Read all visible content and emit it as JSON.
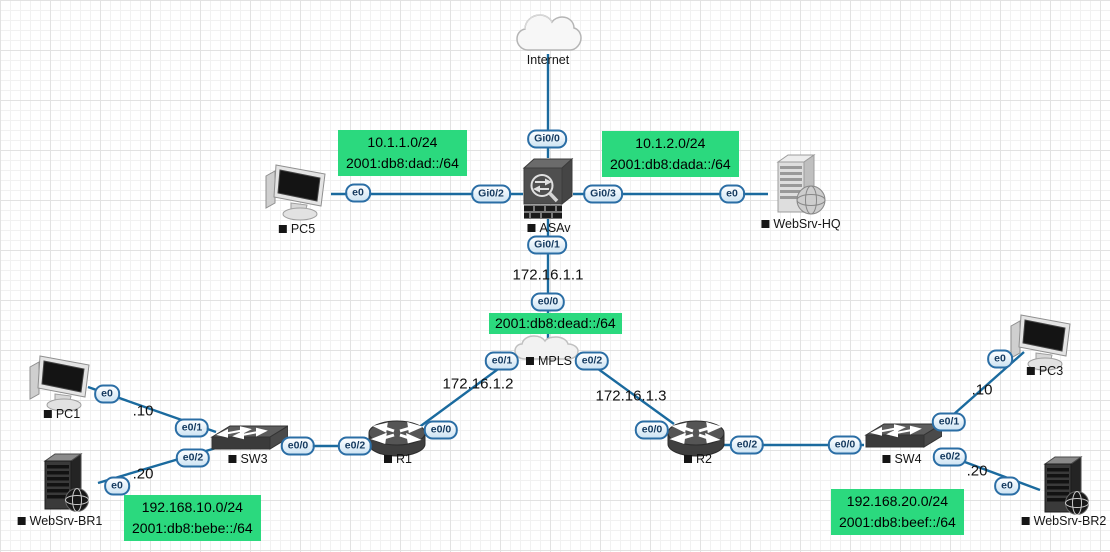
{
  "colors": {
    "link": "#1a6a9e",
    "note_bg": "#2bd97e",
    "pill_border": "#2b6ea5"
  },
  "devices": {
    "internet": {
      "label": "Internet",
      "type": "cloud"
    },
    "asav": {
      "label": "ASAv",
      "type": "firewall"
    },
    "pc5": {
      "label": "PC5",
      "type": "pc"
    },
    "websrv_hq": {
      "label": "WebSrv-HQ",
      "type": "server"
    },
    "mpls": {
      "label": "MPLS",
      "type": "cloud"
    },
    "pc1": {
      "label": "PC1",
      "type": "pc"
    },
    "sw3": {
      "label": "SW3",
      "type": "switch"
    },
    "r1": {
      "label": "R1",
      "type": "router"
    },
    "r2": {
      "label": "R2",
      "type": "router"
    },
    "sw4": {
      "label": "SW4",
      "type": "switch"
    },
    "pc3": {
      "label": "PC3",
      "type": "pc"
    },
    "websrv_br1": {
      "label": "WebSrv-BR1",
      "type": "server"
    },
    "websrv_br2": {
      "label": "WebSrv-BR2",
      "type": "server"
    }
  },
  "ports": {
    "asav_gi0_0": "Gi0/0",
    "asav_gi0_1": "Gi0/1",
    "asav_gi0_2": "Gi0/2",
    "asav_gi0_3": "Gi0/3",
    "pc5_e0": "e0",
    "websrv_hq_e0": "e0",
    "mpls_e0_0": "e0/0",
    "mpls_e0_1": "e0/1",
    "mpls_e0_2": "e0/2",
    "r1_e0_0": "e0/0",
    "r1_e0_2": "e0/2",
    "sw3_e0_0": "e0/0",
    "sw3_e0_1": "e0/1",
    "sw3_e0_2": "e0/2",
    "pc1_e0": "e0",
    "websrv_br1_e0": "e0",
    "r2_e0_0": "e0/0",
    "r2_e0_2": "e0/2",
    "sw4_e0_0": "e0/0",
    "sw4_e0_1": "e0/1",
    "sw4_e0_2": "e0/2",
    "pc3_e0": "e0",
    "websrv_br2_e0": "e0"
  },
  "notes": {
    "hq_inside": {
      "line1": "10.1.1.0/24",
      "line2": "2001:db8:dad::/64"
    },
    "hq_dmz": {
      "line1": "10.1.2.0/24",
      "line2": "2001:db8:dada::/64"
    },
    "wan_v6": {
      "line1": "2001:db8:dead::/64"
    },
    "branch1": {
      "line1": "192.168.10.0/24",
      "line2": "2001:db8:bebe::/64"
    },
    "branch2": {
      "line1": "192.168.20.0/24",
      "line2": "2001:db8:beef::/64"
    }
  },
  "ip_labels": {
    "asav_outside": "172.16.1.1",
    "r1_wan": "172.16.1.2",
    "r2_wan": "172.16.1.3",
    "pc1_host": ".10",
    "websrv_br1_host": ".20",
    "pc3_host": ".10",
    "websrv_br2_host": ".20"
  }
}
